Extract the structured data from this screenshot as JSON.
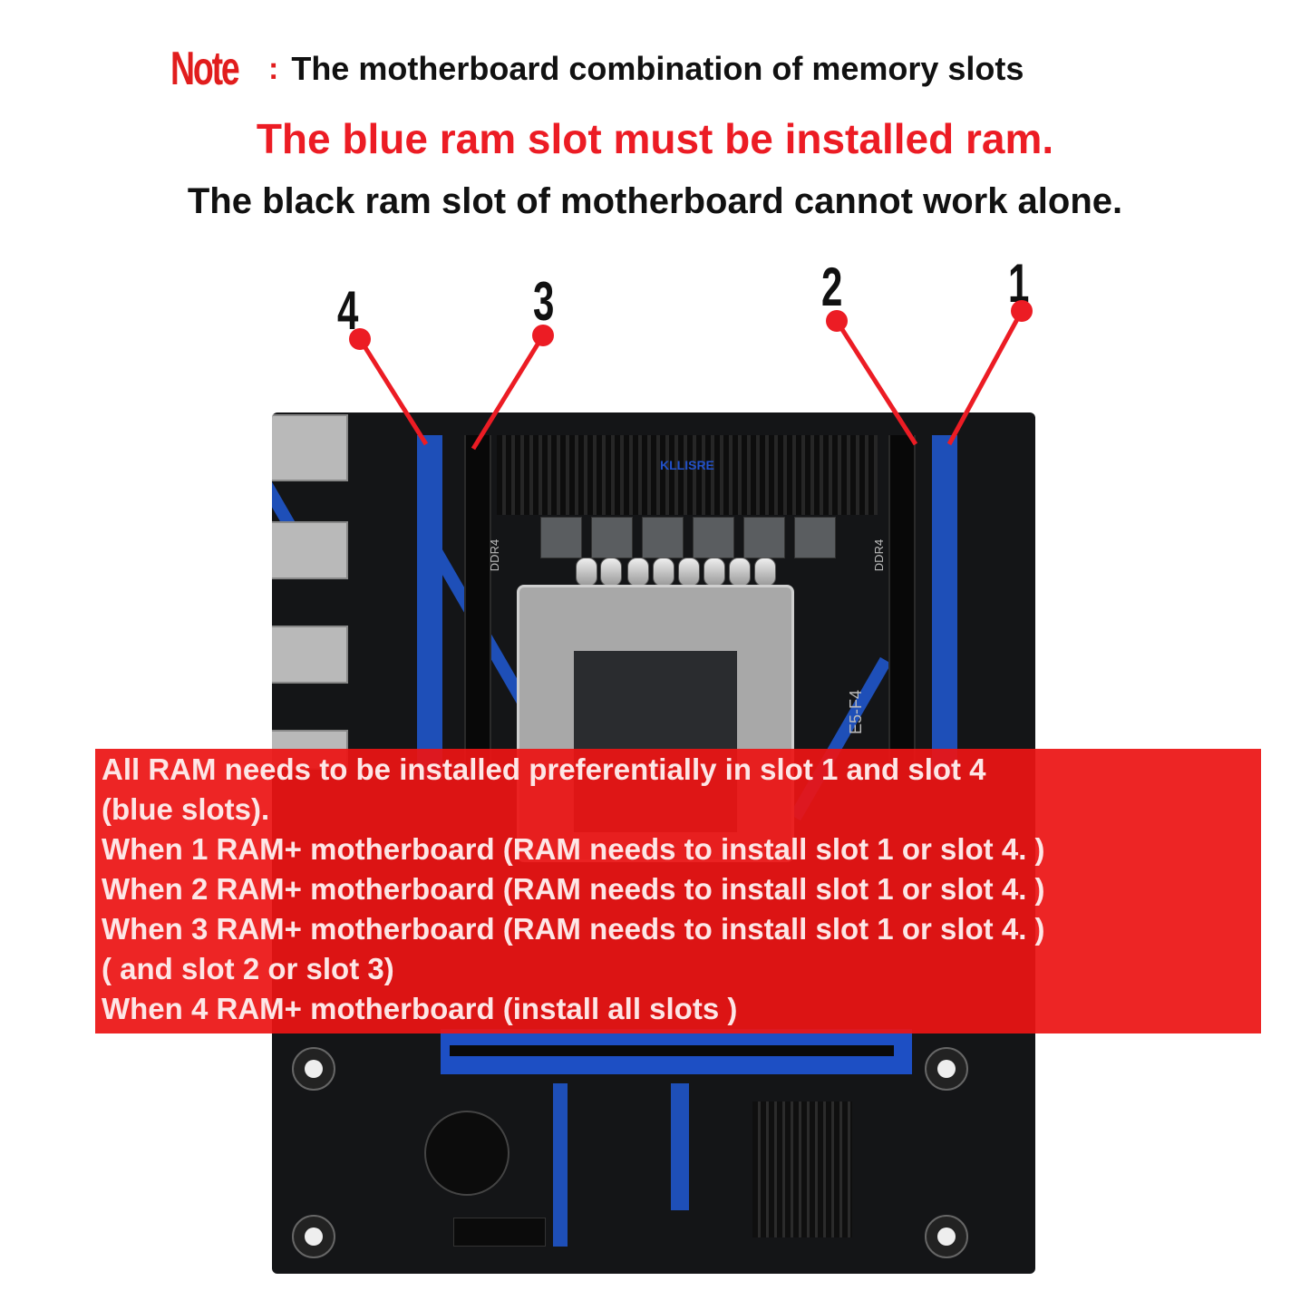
{
  "header": {
    "note_label": "Note",
    "note_colon": ":",
    "note_text": "The motherboard combination of memory slots",
    "line2": "The blue ram slot must be installed ram.",
    "line3": "The black ram slot of motherboard cannot work alone."
  },
  "slots": [
    {
      "label": "1",
      "color": "blue"
    },
    {
      "label": "2",
      "color": "black"
    },
    {
      "label": "3",
      "color": "black"
    },
    {
      "label": "4",
      "color": "blue"
    }
  ],
  "board": {
    "brand": "KLLISRE",
    "ddr_label_left": "DDR4",
    "ddr_label_right": "DDR4",
    "model": "E5-F4"
  },
  "instructions": [
    "All RAM needs to be installed preferentially in slot 1 and slot 4",
    "(blue slots).",
    "When 1 RAM+ motherboard (RAM needs to install slot 1 or slot 4. )",
    "When 2 RAM+ motherboard (RAM needs to install slot 1 or slot 4. )",
    "When 3 RAM+ motherboard (RAM needs to install slot 1 or slot 4. )",
    "( and slot 2 or slot 3)",
    "When 4 RAM+ motherboard (install all slots )"
  ],
  "colors": {
    "accent_red": "#ec1c24",
    "slot_blue": "#1e4fb8",
    "board": "#141517"
  }
}
